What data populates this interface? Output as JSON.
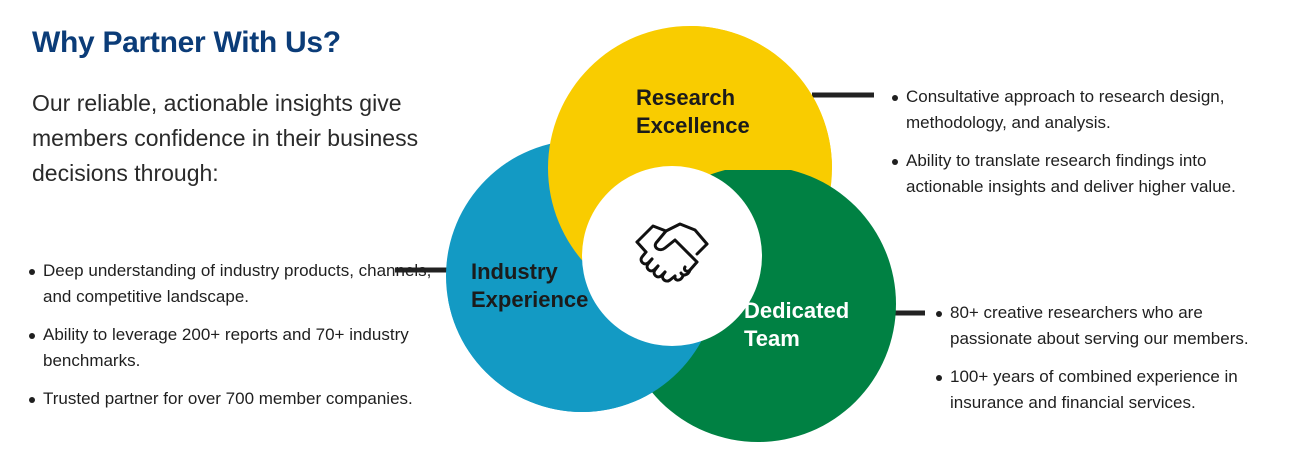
{
  "heading": "Why Partner With Us?",
  "intro": "Our reliable, actionable insights give members confidence in their business decisions through:",
  "circles": {
    "research": {
      "line1": "Research",
      "line2": "Excellence",
      "color": "#f9cc00"
    },
    "industry": {
      "line1": "Industry",
      "line2": "Experience",
      "color": "#139ac4"
    },
    "team": {
      "line1": "Dedicated",
      "line2": "Team",
      "color": "#008143"
    },
    "center_icon": "handshake-icon"
  },
  "industry_points": [
    "Deep understanding of industry products, channels, and competitive landscape.",
    "Ability to leverage 200+ reports and 70+ industry benchmarks.",
    "Trusted partner for over 700 member companies."
  ],
  "research_points": [
    "Consultative approach to research design, methodology, and analysis.",
    "Ability to translate research findings into actionable insights and deliver higher value."
  ],
  "team_points": [
    "80+ creative researchers who are passionate about serving our members.",
    "100+ years of combined experience in insurance and financial services."
  ]
}
